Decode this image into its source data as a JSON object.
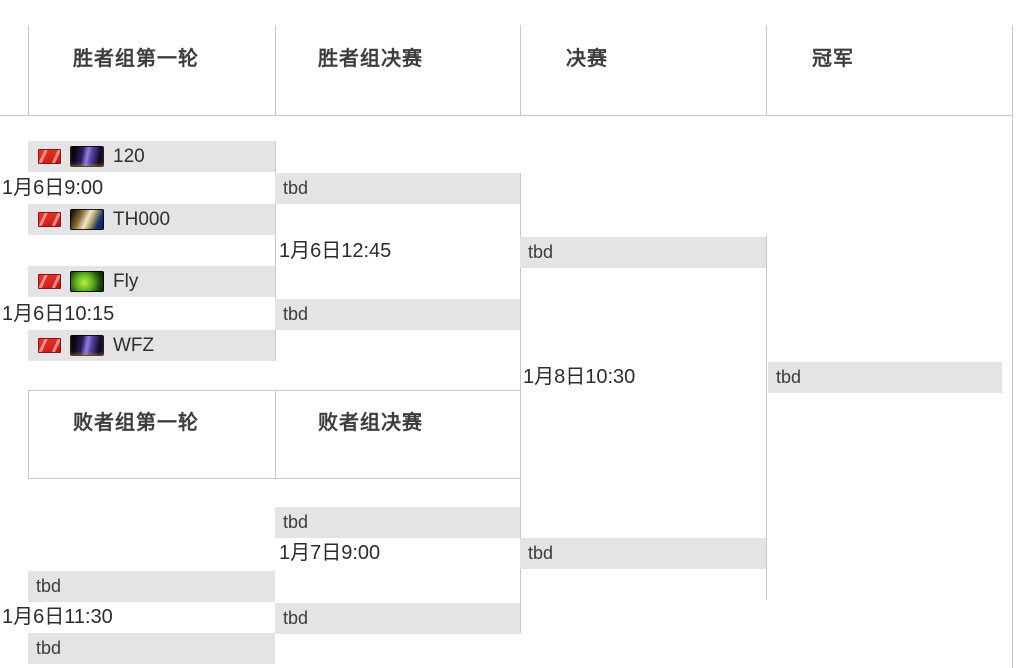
{
  "colors": {
    "cell_bg": "#e4e4e6",
    "grid_line": "#c9c9cb",
    "flag_red": "#d7281e",
    "header_text": "#3d3d3d"
  },
  "icons": {
    "flag": "china-flag-icon",
    "races": {
      "undead": "undead-race-icon",
      "human": "human-race-icon",
      "orc": "orc-race-icon"
    }
  },
  "headers": {
    "winners_round1": "胜者组第一轮",
    "winners_final": "胜者组决赛",
    "grand_final": "决赛",
    "champion": "冠军",
    "losers_round1": "败者组第一轮",
    "losers_final": "败者组决赛"
  },
  "winners_round1": {
    "match1": {
      "player1": {
        "name": "120",
        "race_class": "race undead"
      },
      "time": "1月6日9:00",
      "player2": {
        "name": "TH000",
        "race_class": "race human"
      }
    },
    "match2": {
      "player1": {
        "name": "Fly",
        "race_class": "race orc"
      },
      "time": "1月6日10:15",
      "player2": {
        "name": "WFZ",
        "race_class": "race undead"
      }
    }
  },
  "winners_final": {
    "slot1": "tbd",
    "time": "1月6日12:45",
    "slot2": "tbd"
  },
  "grand_final": {
    "slot1": "tbd",
    "time": "1月8日10:30",
    "slot2": "tbd"
  },
  "champion": {
    "slot": "tbd"
  },
  "losers_round1": {
    "slot1": "tbd",
    "time": "1月6日11:30",
    "slot2": "tbd"
  },
  "losers_final": {
    "slot1": "tbd",
    "time": "1月7日9:00",
    "slot2": "tbd"
  }
}
